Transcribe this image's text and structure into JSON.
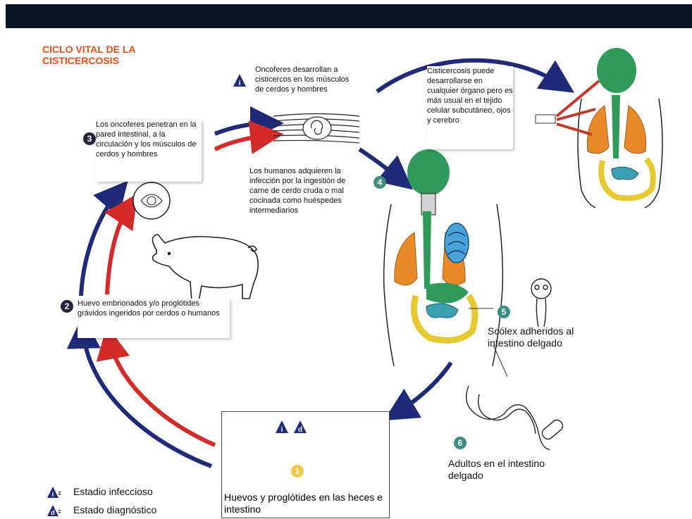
{
  "title": "CICLO VITAL DE LA CISTICERCOSIS",
  "steps": {
    "s1": {
      "number": "1",
      "label": "Huevos y proglótides en las heces e intestino"
    },
    "s2": {
      "number": "2",
      "label": "Huevo embrionados  y/o proglótides grávidos ingeridos por cerdos o humanos"
    },
    "s3": {
      "number": "3",
      "label": "Los oncoferes penetran en la pared intestinal,  a la circulación y los músculos de cerdos y hombres"
    },
    "s4": {
      "number": "4",
      "label": "Los humanos adquieren la infección por la ingestión de carne de cerdo cruda o mal cocinada como huéspedes  intermediarios"
    },
    "s5": {
      "number": "5",
      "label": "Scólex adheridos al intestino delgado"
    },
    "s6": {
      "number": "6",
      "label": "Adultos en el intestino delgado"
    }
  },
  "notes": {
    "oncoferes": "Oncoferes  desarrollan a cisticercos en los músculos de cerdos y hombres",
    "cisticercosis": "Cisticercosis puede desarrollarse en cualquier órgano pero es más usual en el tejido celular subcutáneo,  ojos y cerebro"
  },
  "legend": {
    "infeccioso": "Estadio infeccioso",
    "diagnostico": "Estado diagnóstico",
    "i_symbol": "i",
    "d_symbol": "d"
  },
  "colors": {
    "title": "#f04a16",
    "arrow_blue": "#1f2a78",
    "arrow_red": "#d42a2a",
    "topbar": "#0b1424",
    "organ_green": "#2f9a5a",
    "organ_orange": "#e88a2a",
    "organ_teal": "#3a9fb0"
  }
}
